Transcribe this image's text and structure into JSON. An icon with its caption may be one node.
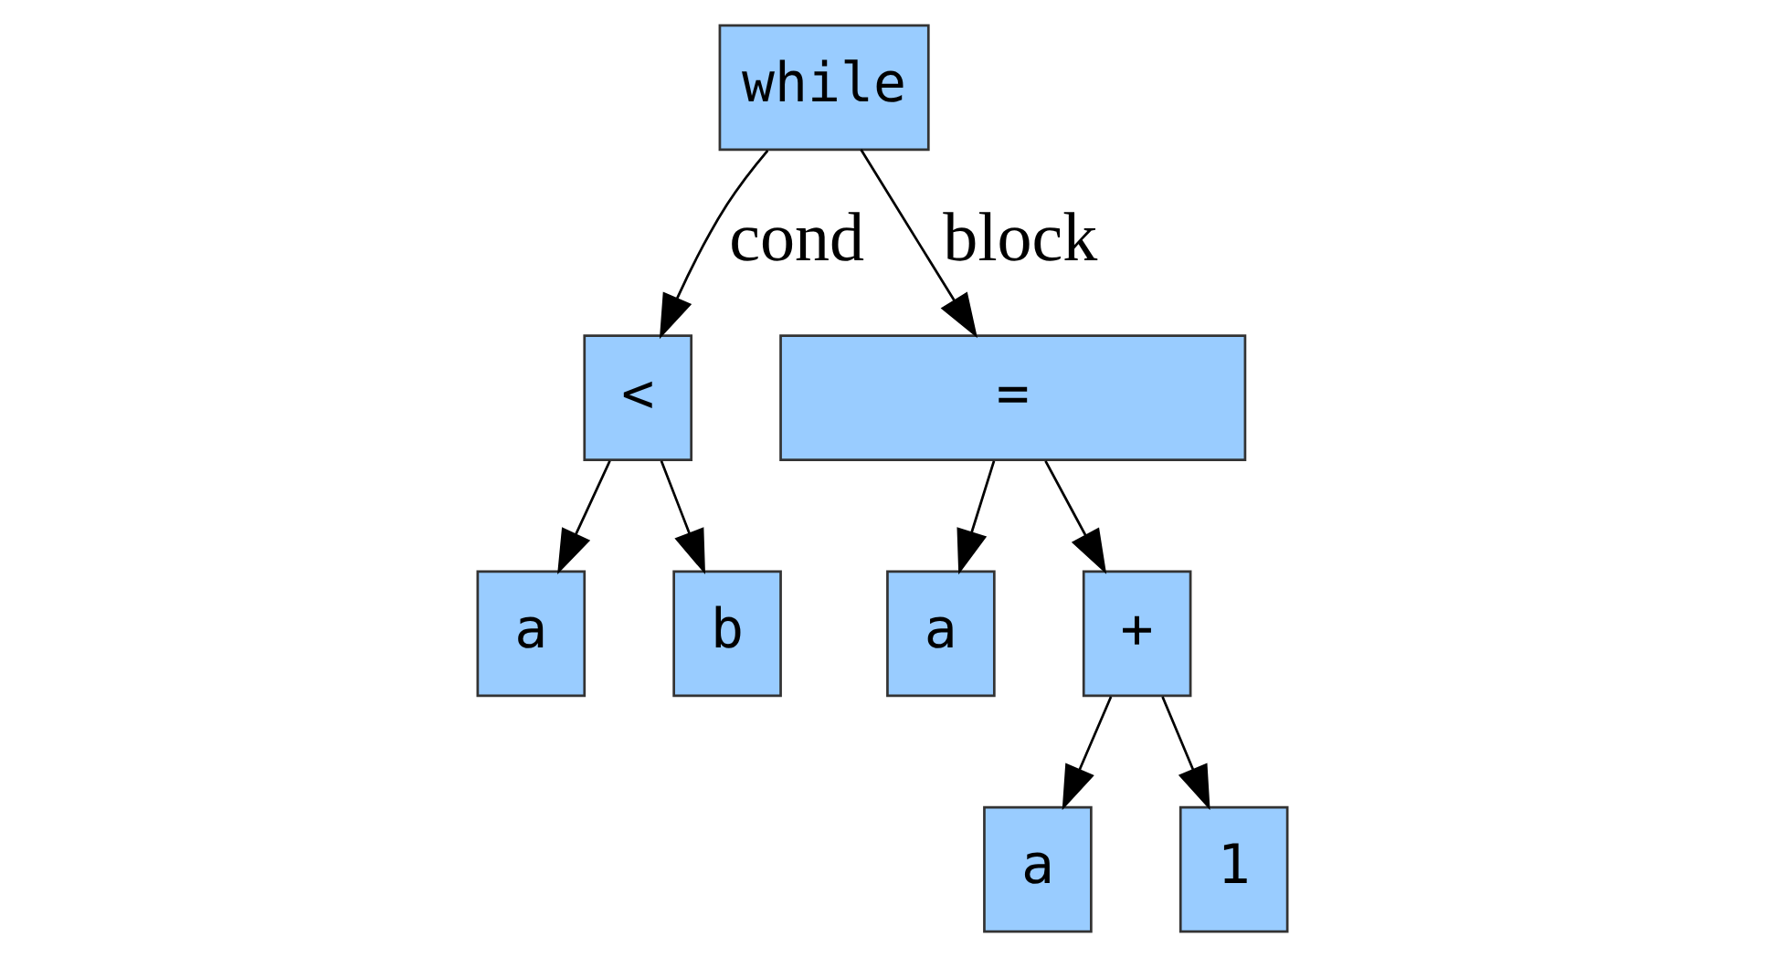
{
  "diagram": {
    "nodes": [
      {
        "text": [
          "while"
        ]
      },
      {
        "text": [
          "<"
        ]
      },
      {
        "text": [
          "a"
        ]
      },
      {
        "text": [
          "b"
        ]
      },
      {
        "text": [
          "="
        ]
      },
      {
        "text": [
          "a"
        ]
      },
      {
        "text": [
          "+"
        ]
      },
      {
        "text": [
          "a"
        ]
      },
      {
        "text": [
          "1"
        ]
      }
    ],
    "edges": [
      {
        "from": 0,
        "to": 1,
        "arrow": "to",
        "label": "cond"
      },
      {
        "from": 0,
        "to": 4,
        "arrow": "to",
        "label": "block"
      },
      {
        "from": 1,
        "to": 2,
        "arrow": "to"
      },
      {
        "from": 1,
        "to": 3,
        "arrow": "to"
      },
      {
        "from": 4,
        "to": 5,
        "arrow": "to"
      },
      {
        "from": 4,
        "to": 6,
        "arrow": "to"
      },
      {
        "from": 6,
        "to": 7,
        "arrow": "to"
      },
      {
        "from": 6,
        "to": 8,
        "arrow": "to"
      }
    ]
  }
}
